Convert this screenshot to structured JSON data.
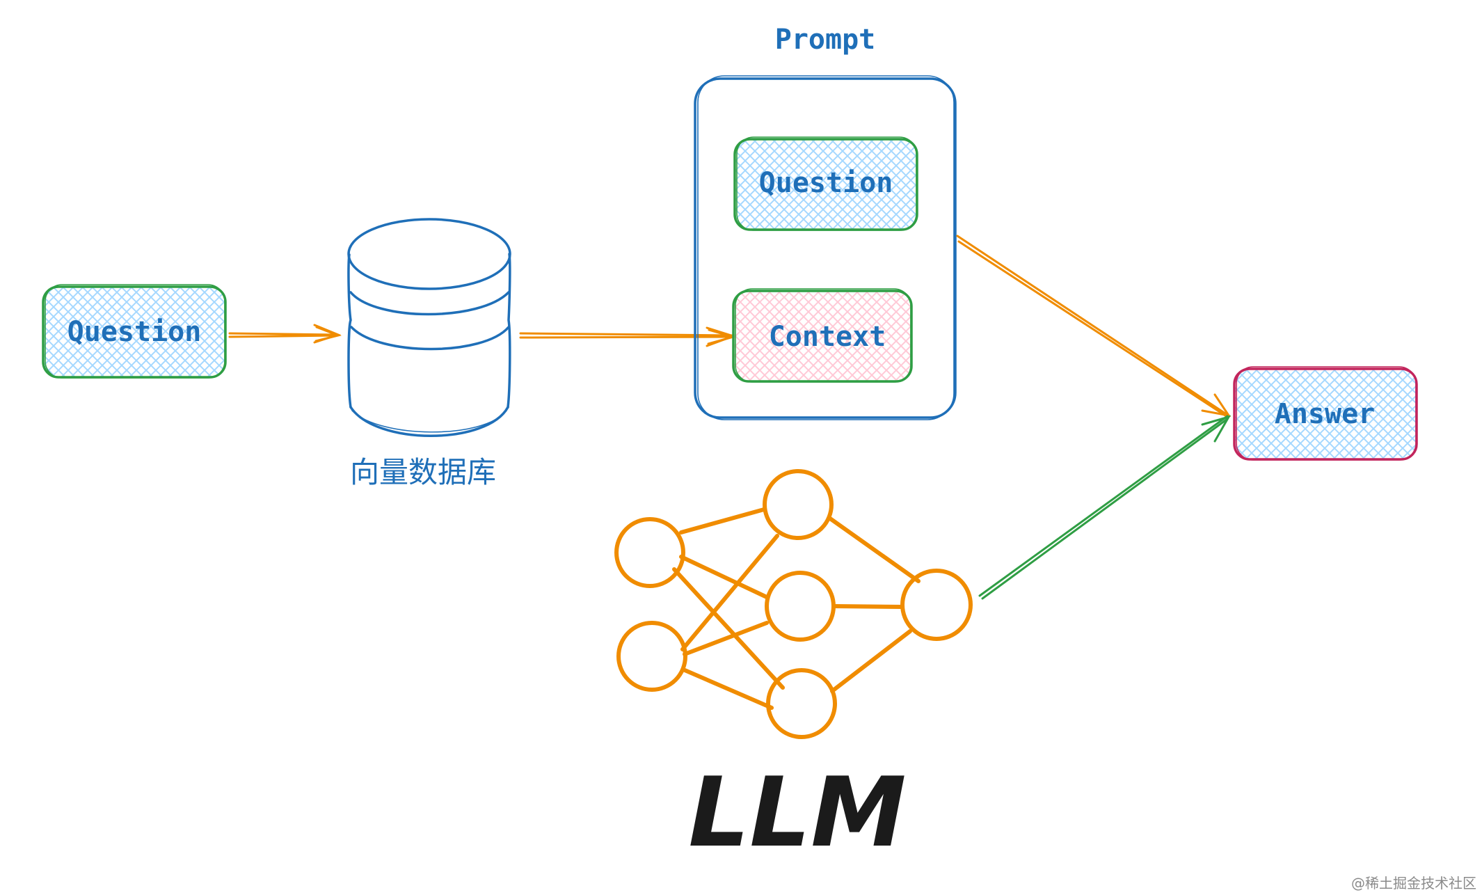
{
  "labels": {
    "input_question": "Question",
    "vector_db": "向量数据库",
    "prompt_title": "Prompt",
    "prompt_question": "Question",
    "prompt_context": "Context",
    "answer": "Answer",
    "llm": "LLM",
    "watermark": "@稀土掘金技术社区"
  },
  "colors": {
    "blue": "#1f6fb8",
    "green": "#2f9e44",
    "orange": "#f08c00",
    "crimson": "#c2255c",
    "hatch_blue": "#a5d8ff",
    "hatch_pink": "#ffc9d6",
    "black": "#1b1b1b"
  },
  "icons": {
    "database": "cylinder-database-icon",
    "llm": "neural-network-icon"
  }
}
